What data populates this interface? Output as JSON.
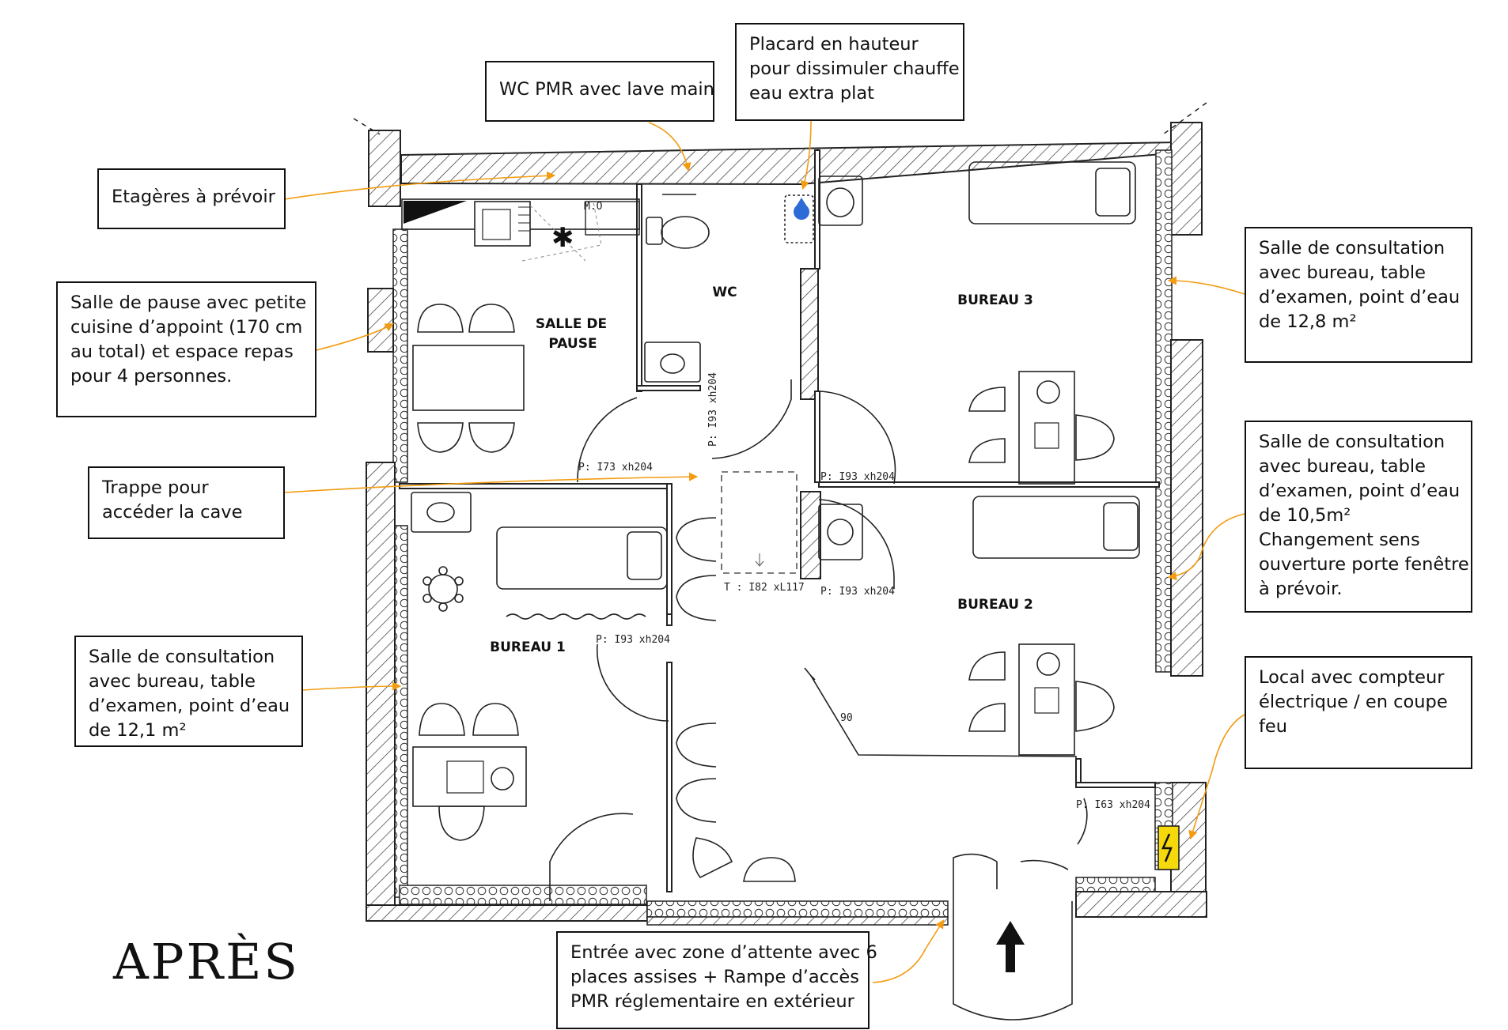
{
  "title": "APRÈS",
  "colors": {
    "arrow": "#f39c12",
    "wall": "#222222",
    "electric": "#f5d90a"
  },
  "callouts": {
    "wc_pmr": [
      "WC PMR avec lave main"
    ],
    "placard": [
      "Placard en hauteur",
      "pour dissimuler chauffe",
      "eau extra plat"
    ],
    "etageres": [
      "Etagères à prévoir"
    ],
    "pause": [
      "Salle de pause avec petite",
      "cuisine d’appoint (170 cm",
      "au total) et espace repas",
      "pour 4 personnes."
    ],
    "trappe": [
      "Trappe pour",
      "accéder la cave"
    ],
    "bureau1": [
      "Salle de consultation",
      "avec bureau, table",
      "d’examen, point d’eau",
      "de 12,1 m²"
    ],
    "bureau3": [
      "Salle de consultation",
      "avec bureau, table",
      "d’examen, point d’eau",
      "de 12,8 m²"
    ],
    "bureau2": [
      "Salle de consultation",
      "avec bureau, table",
      "d’examen, point d’eau",
      "de 10,5m²",
      "Changement sens",
      "ouverture porte fenêtre",
      "à prévoir."
    ],
    "local": [
      "Local avec compteur",
      "électrique / en coupe",
      "feu"
    ],
    "entree": [
      "Entrée avec zone d’attente avec 6",
      "places assises + Rampe d’accès",
      "PMR réglementaire en extérieur"
    ]
  },
  "rooms": {
    "salle_pause": [
      "SALLE DE",
      "PAUSE"
    ],
    "wc": "WC",
    "bureau3": "BUREAU 3",
    "bureau2": "BUREAU 2",
    "bureau1": "BUREAU 1"
  },
  "dimensions": {
    "p173": "P: I73 xh204",
    "p193_wc": "P: I93 xh204",
    "p193_b3": "P: I93 xh204",
    "p193_b2": "P: I93 xh204",
    "p193_b1": "P: I93 xh204",
    "trappe": "T : I82 xL117",
    "p163": "P: I63 xh204",
    "mo": "M.O",
    "angle": "90"
  },
  "icons": [
    "water-heater-icon",
    "electric-meter-icon",
    "entrance-arrow-icon",
    "laptop-icon",
    "plant-icon",
    "sink-icon",
    "toilet-icon"
  ]
}
